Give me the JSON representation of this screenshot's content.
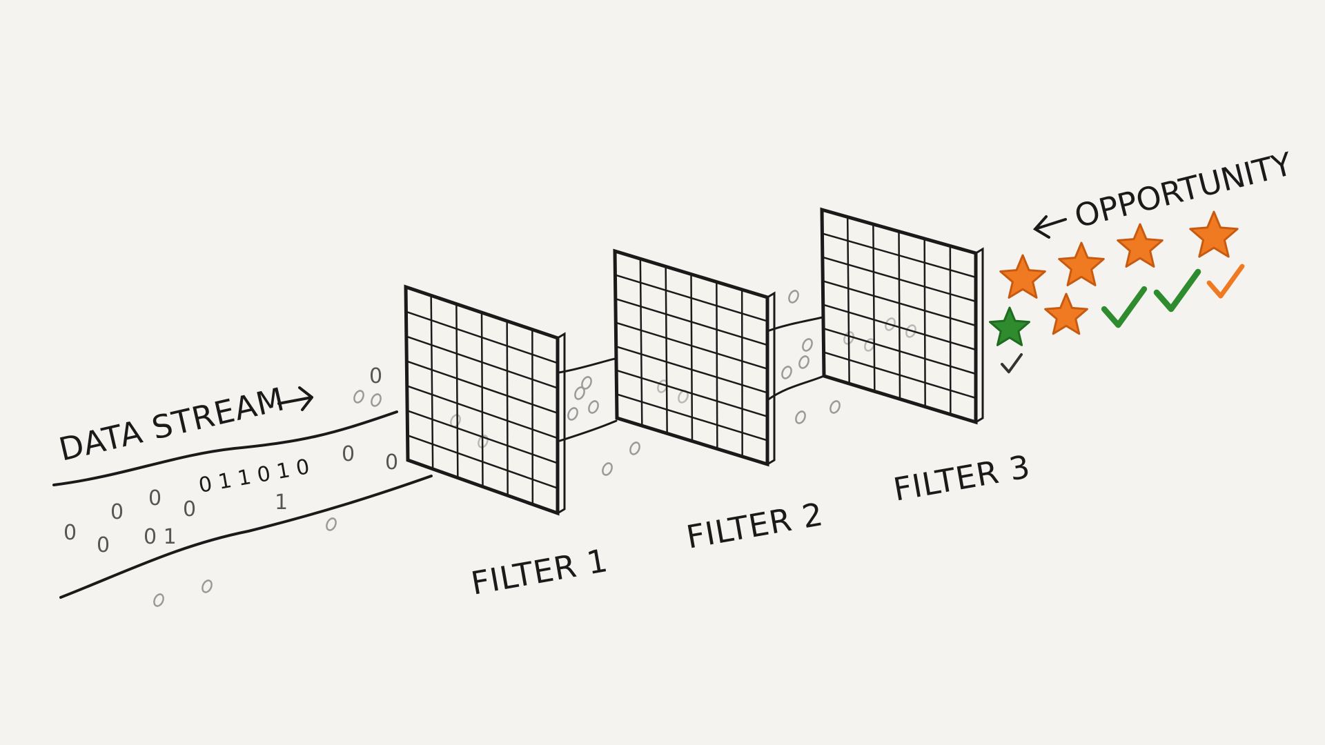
{
  "labels": {
    "data_stream": "DATA STREAM",
    "filter_1": "FILTER 1",
    "filter_2": "FILTER 2",
    "filter_3": "FILTER 3",
    "opportunity": "OPPORTUNITY"
  },
  "stream_digits": {
    "row_main": "0 1 1 0 1 0",
    "left_scatter": [
      "0",
      "0",
      "0",
      "0",
      "0",
      "0 1",
      "0",
      "0",
      "1",
      "0"
    ]
  },
  "colors": {
    "ink": "#1a1a1a",
    "opportunity_green": "#2e8b2e",
    "star_orange": "#f07a22",
    "background": "#f4f3ef",
    "particle_grey": "#9a9a9a"
  },
  "icons": [
    "arrow-right-icon",
    "arrow-left-icon",
    "star-icon",
    "check-icon"
  ],
  "results": {
    "orange_stars": 5,
    "green_stars": 1,
    "green_checks": 2,
    "orange_checks": 1
  }
}
